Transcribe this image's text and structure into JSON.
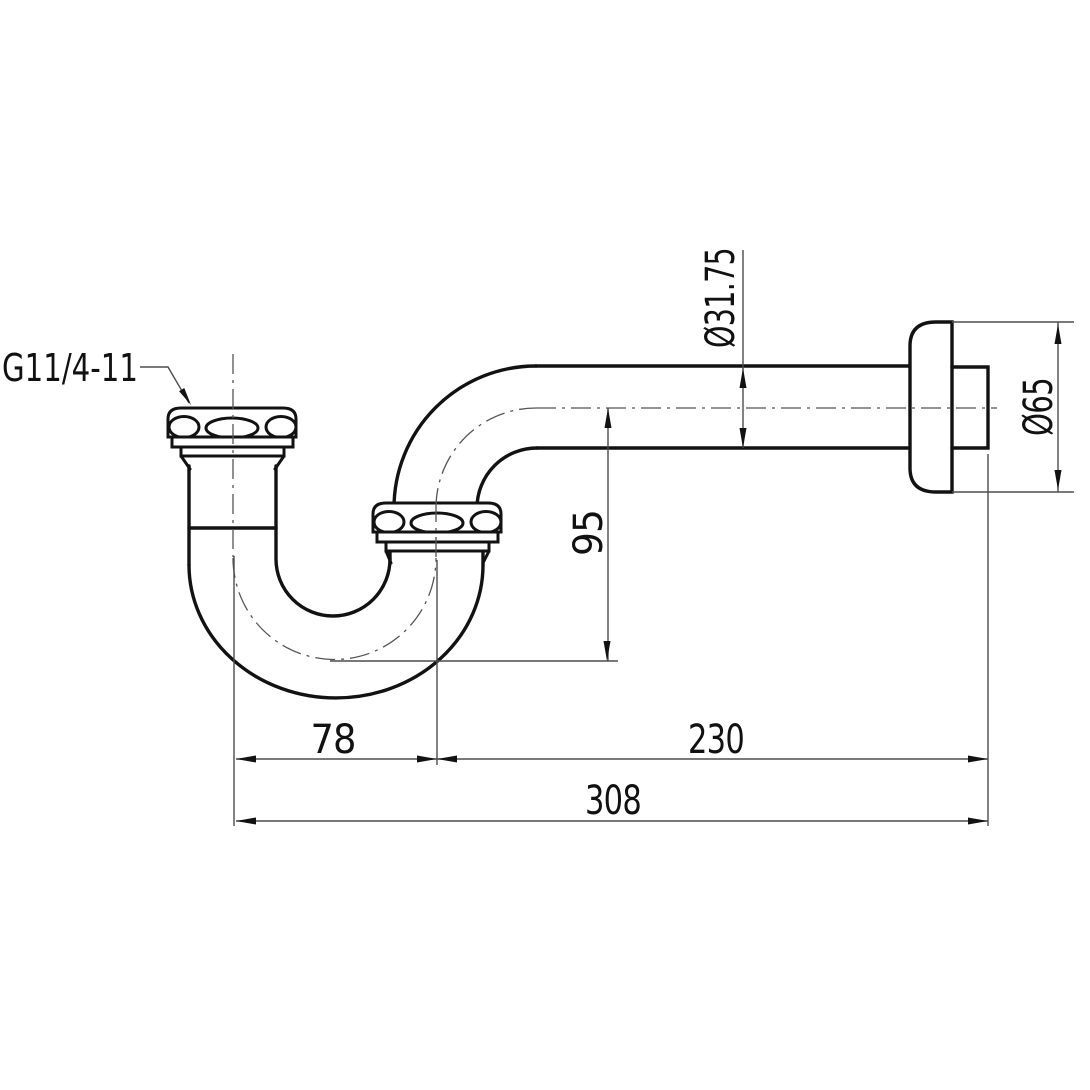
{
  "drawing": {
    "type": "technical-drawing",
    "subject": "p-trap-siphon-side-view",
    "thread_label": "G11/4-11",
    "dimensions": {
      "pipe_diameter": "Ø31.75",
      "flange_diameter": "Ø65",
      "trap_depth": "95",
      "inlet_offset": "78",
      "outlet_length": "230",
      "overall_length": "308"
    },
    "colors": {
      "outline": "#121212",
      "thin_line": "#4d4d4d",
      "background": "#ffffff"
    }
  }
}
